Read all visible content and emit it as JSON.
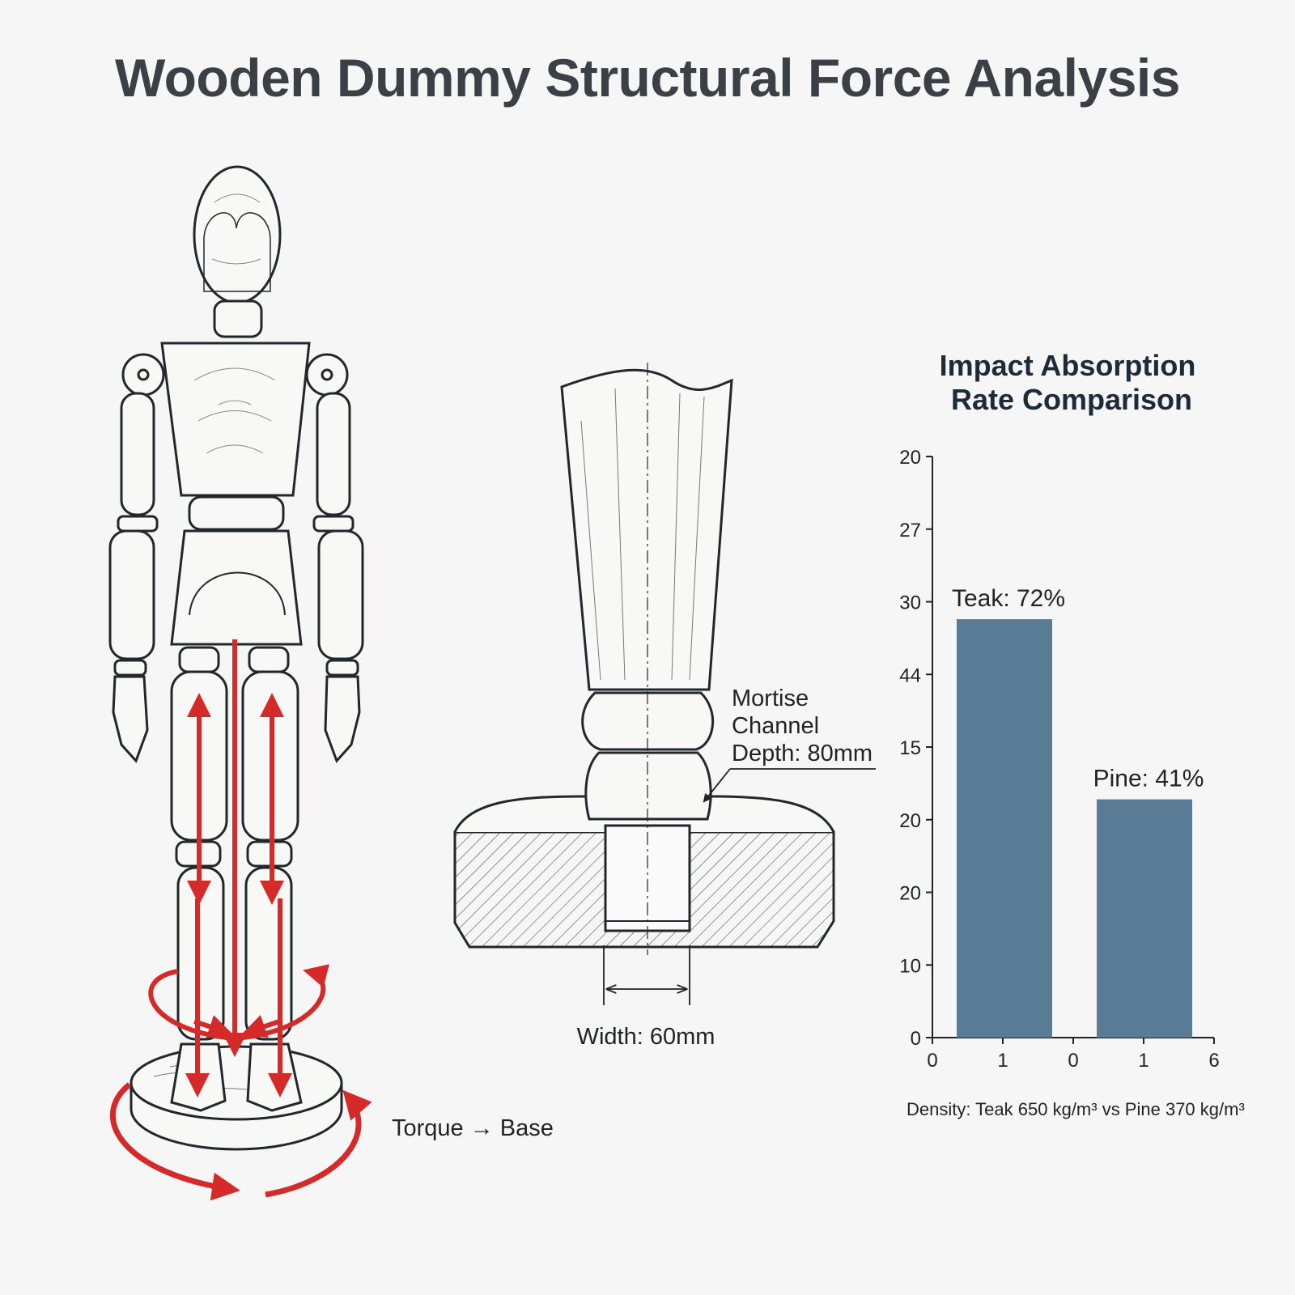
{
  "title": "Wooden Dummy Structural Force Analysis",
  "figure": {
    "torque_label": "Torque → Base",
    "mortise_label_lines": [
      "Mortise",
      "Channel",
      "Depth: 80mm"
    ],
    "width_label": "Width: 60mm"
  },
  "colors": {
    "force_arrows": "#d42a2a",
    "bars": "#5a7b96",
    "ink": "#1f2326"
  },
  "chart_data": {
    "type": "bar",
    "title_lines": [
      "Impact Absorption",
      "Rate Comparison"
    ],
    "categories": [
      "Teak",
      "Pine"
    ],
    "values": [
      72,
      41
    ],
    "data_labels": [
      "Teak: 72%",
      "Pine: 41%"
    ],
    "y_tick_labels": [
      "20",
      "27",
      "30",
      "44",
      "15",
      "20",
      "20",
      "10",
      "0"
    ],
    "x_tick_labels": [
      "0",
      "1",
      "0",
      "1",
      "6"
    ],
    "ylim": [
      0,
      100
    ],
    "footnote": "Density: Teak 650 kg/m³ vs Pine 370 kg/m³",
    "grid": false,
    "legend": "none"
  }
}
